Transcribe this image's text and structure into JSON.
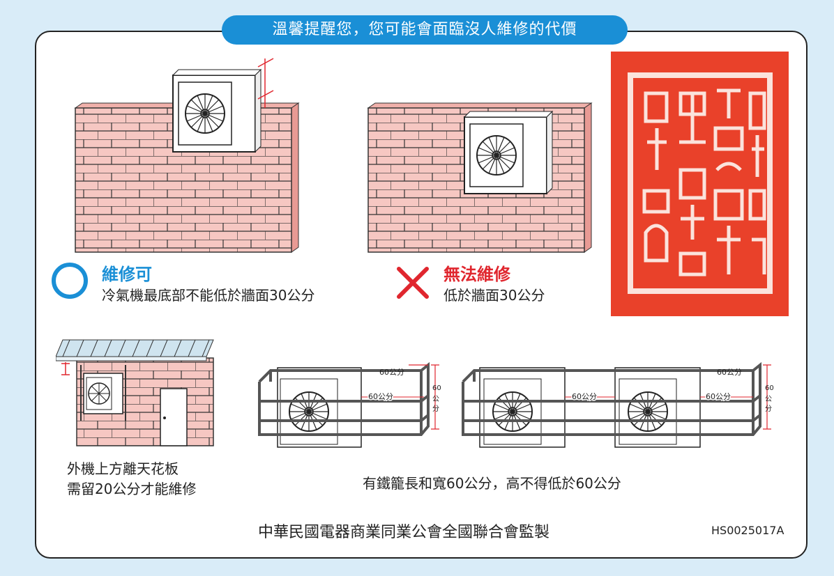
{
  "banner": {
    "title": "溫馨提醒您，您可能會面臨沒人維修的代價"
  },
  "ok_case": {
    "symbol": "○",
    "heading": "維修可",
    "desc": "冷氣機最底部不能低於牆面30公分"
  },
  "bad_case": {
    "symbol": "✕",
    "heading": "無法維修",
    "desc": "低於牆面30公分"
  },
  "ceiling_case": {
    "line1": "外機上方離天花板",
    "line2": "需留20公分才能維修"
  },
  "cage_case": {
    "caption": "有鐵籠長和寬60公分，高不得低於60公分",
    "label_60": "60公分",
    "vertical_label": "60公分"
  },
  "seal": {
    "text": "中華民國電器商業同業公會全國聯合會圖記"
  },
  "footer": {
    "org": "中華民國電器商業同業公會全國聯合會監製",
    "code": "HS0025017A"
  },
  "colors": {
    "brick": "#f6c7c2",
    "accent_blue": "#1a8fd6",
    "accent_red": "#e0262e",
    "seal_red": "#e9412a"
  }
}
